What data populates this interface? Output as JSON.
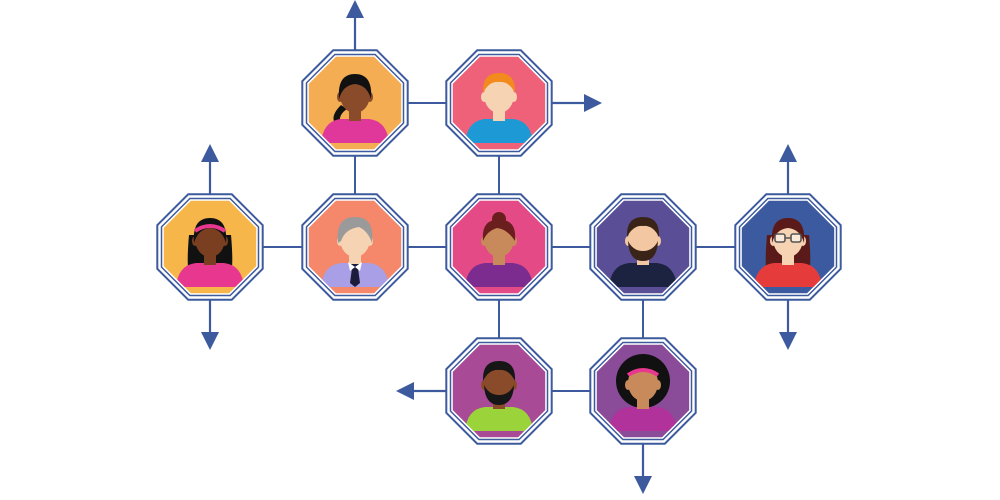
{
  "colors": {
    "line": "#3d5a9e",
    "outline": "#3d5a9e",
    "background": "#ffffff"
  },
  "nodes": [
    {
      "id": "n-top-left",
      "tile": "#f4ad52",
      "skin": "#8a4b2a",
      "hair": "#111111",
      "hair_style": "ponytail",
      "shirt": "#e0389a",
      "accessory": "none"
    },
    {
      "id": "n-top-right",
      "tile": "#ee6178",
      "skin": "#f6d3b3",
      "hair": "#f28a1d",
      "hair_style": "short",
      "shirt": "#1d9ad6",
      "accessory": "none"
    },
    {
      "id": "n-mid-far-left",
      "tile": "#f6b64a",
      "skin": "#7a3f21",
      "hair": "#111111",
      "hair_style": "long",
      "shirt": "#e8378e",
      "accessory": "headband"
    },
    {
      "id": "n-mid-left",
      "tile": "#f5876a",
      "skin": "#f6d3b3",
      "hair": "#9a9a9a",
      "hair_style": "gray",
      "shirt": "#a99fe6",
      "accessory": "tie"
    },
    {
      "id": "n-center",
      "tile": "#e44a86",
      "skin": "#c98a5b",
      "hair": "#6a1e1e",
      "hair_style": "bun",
      "shirt": "#7b2c8e",
      "accessory": "none"
    },
    {
      "id": "n-mid-right",
      "tile": "#5a4e96",
      "skin": "#f2c7a2",
      "hair": "#3a2418",
      "hair_style": "short",
      "shirt": "#1c2340",
      "accessory": "beard"
    },
    {
      "id": "n-mid-far-right",
      "tile": "#3b5aa0",
      "skin": "#f6d3b3",
      "hair": "#5a1a1a",
      "hair_style": "long",
      "shirt": "#e63b3b",
      "accessory": "glasses"
    },
    {
      "id": "n-bottom-left",
      "tile": "#a84a95",
      "skin": "#8a4b2a",
      "hair": "#161616",
      "hair_style": "short",
      "shirt": "#9bd43a",
      "accessory": "beard"
    },
    {
      "id": "n-bottom-right",
      "tile": "#8a4b98",
      "skin": "#c98a5b",
      "hair": "#111111",
      "hair_style": "afro",
      "shirt": "#b0329a",
      "accessory": "headband"
    }
  ],
  "edges": [
    [
      "n-top-left",
      "n-top-right"
    ],
    [
      "n-top-left",
      "n-mid-left"
    ],
    [
      "n-top-right",
      "n-center"
    ],
    [
      "n-mid-far-left",
      "n-mid-left"
    ],
    [
      "n-mid-left",
      "n-center"
    ],
    [
      "n-center",
      "n-mid-right"
    ],
    [
      "n-mid-right",
      "n-mid-far-right"
    ],
    [
      "n-center",
      "n-bottom-left"
    ],
    [
      "n-mid-right",
      "n-bottom-right"
    ],
    [
      "n-bottom-left",
      "n-bottom-right"
    ]
  ],
  "arrows": [
    {
      "from": "n-top-left",
      "direction": "up"
    },
    {
      "from": "n-top-right",
      "direction": "right"
    },
    {
      "from": "n-mid-far-left",
      "direction": "up"
    },
    {
      "from": "n-mid-far-left",
      "direction": "down"
    },
    {
      "from": "n-mid-far-right",
      "direction": "up"
    },
    {
      "from": "n-mid-far-right",
      "direction": "down"
    },
    {
      "from": "n-bottom-left",
      "direction": "left"
    },
    {
      "from": "n-bottom-right",
      "direction": "down"
    }
  ]
}
